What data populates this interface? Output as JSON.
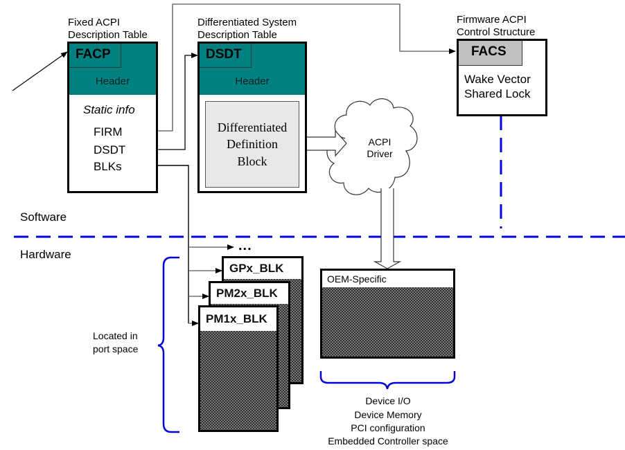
{
  "diagram": {
    "regions": {
      "software_label": "Software",
      "hardware_label": "Hardware"
    },
    "facp": {
      "caption_line1": "Fixed ACPI",
      "caption_line2": "Description Table",
      "tab": "FACP",
      "header": "Header",
      "static_info": "Static info",
      "fields": [
        "FIRM",
        "DSDT",
        "BLKs"
      ]
    },
    "dsdt": {
      "caption_line1": "Differentiated System",
      "caption_line2": "Description Table",
      "tab": "DSDT",
      "header": "Header",
      "block_line1": "Differentiated",
      "block_line2": "Definition",
      "block_line3": "Block"
    },
    "facs": {
      "caption_line1": "Firmware ACPI",
      "caption_line2": "Control Structure",
      "tab": "FACS",
      "line1": "Wake Vector",
      "line2": "Shared Lock"
    },
    "driver": {
      "line1": "ACPI",
      "line2": "Driver"
    },
    "blocks": {
      "ellipsis": "...",
      "gpx": "GPx_BLK",
      "pm2x": "PM2x_BLK",
      "pm1x": "PM1x_BLK",
      "port_space_line1": "Located in",
      "port_space_line2": "port space"
    },
    "oem": {
      "title": "OEM-Specific",
      "spaces": [
        "Device I/O",
        "Device Memory",
        "PCI configuration",
        "Embedded Controller space"
      ]
    },
    "colors": {
      "teal": "#008080",
      "divider_blue": "#0000e0",
      "facs_tab_gray": "#c0c0c0",
      "block_gray": "#e8e8e8"
    }
  }
}
